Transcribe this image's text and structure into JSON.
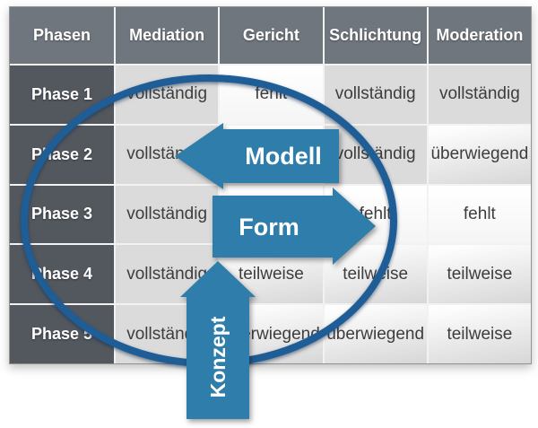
{
  "table": {
    "header": [
      "Phasen",
      "Mediation",
      "Gericht",
      "Schlichtung",
      "Moderation"
    ],
    "rows": [
      {
        "label": "Phase 1",
        "cells": [
          "vollständig",
          "fehlt",
          "vollständig",
          "vollständig"
        ]
      },
      {
        "label": "Phase 2",
        "cells": [
          "vollständig",
          "",
          "vollständig",
          "überwiegend"
        ]
      },
      {
        "label": "Phase 3",
        "cells": [
          "vollständig",
          "",
          "fehlt",
          "fehlt"
        ]
      },
      {
        "label": "Phase 4",
        "cells": [
          "vollständig",
          "teilweise",
          "teilweise",
          "teilweise"
        ]
      },
      {
        "label": "Phase 5",
        "cells": [
          "vollständig",
          "überwiegend",
          "überwiegend",
          "teilweise"
        ]
      }
    ]
  },
  "annotations": {
    "modell_label": "Modell",
    "form_label": "Form",
    "konzept_label": "Konzept"
  },
  "colors": {
    "arrow_blue": "#2f7dab",
    "ellipse_stroke": "#1e5d95",
    "header_gray": "#70767e",
    "phase_label_gray": "#53585f",
    "cell_gray": "#dbdbdb"
  }
}
